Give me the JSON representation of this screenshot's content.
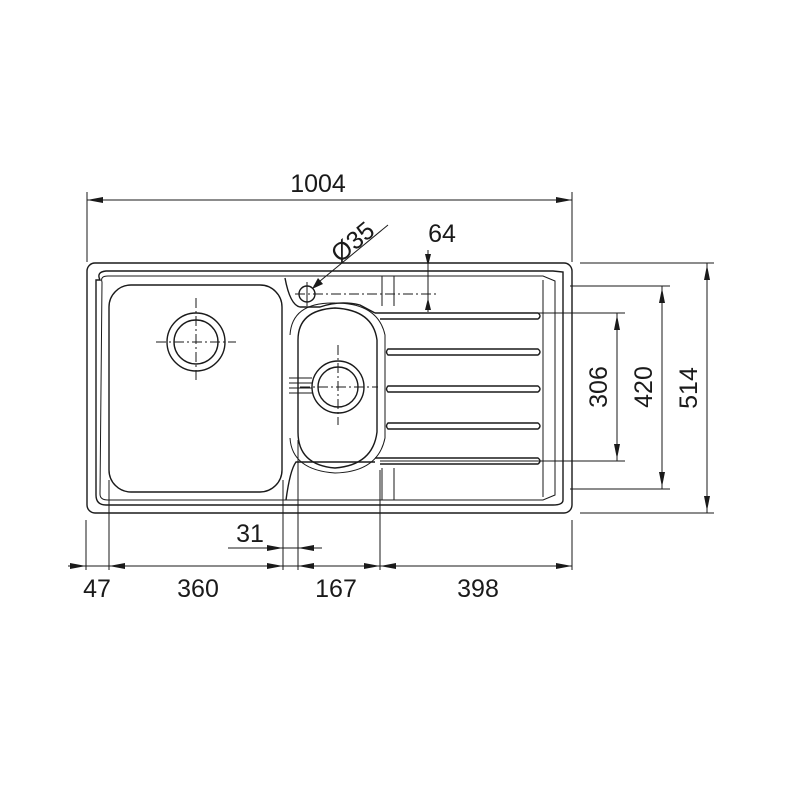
{
  "drawing": {
    "subject": "Inset sink with 1.5 bowls and drainer - dimension drawing",
    "units": "mm",
    "line_color": "#1a1a1a",
    "background": "#ffffff"
  },
  "dimensions": {
    "overall_width": "1004",
    "tap_hole_diameter": "Ø35",
    "tap_hole_offset": "64",
    "drainer_groove_span": "306",
    "inner_depth": "420",
    "overall_depth": "514",
    "left_margin": "47",
    "main_bowl_width": "360",
    "bowl_divider": "31",
    "half_bowl_width": "167",
    "drainer_width": "398"
  },
  "features": {
    "main_bowl": "large rectangular bowl with waste outlet",
    "half_bowl": "small rounded bowl with waste outlet and overflow",
    "drainer": "ribbed drainer with 5 grooves",
    "tap_hole": "circular tap hole"
  }
}
